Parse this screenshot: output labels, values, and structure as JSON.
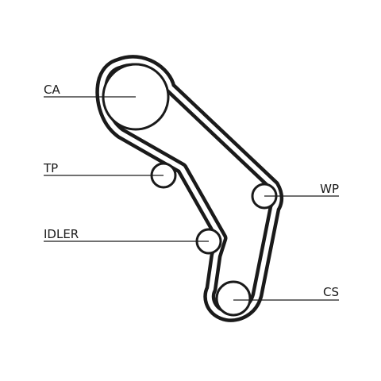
{
  "labels": {
    "ca": "CA",
    "tp": "TP",
    "idler": "IDLER",
    "wp": "WP",
    "cs": "CS"
  },
  "colors": {
    "ink": "#1a1a1a",
    "background": "#ffffff"
  }
}
